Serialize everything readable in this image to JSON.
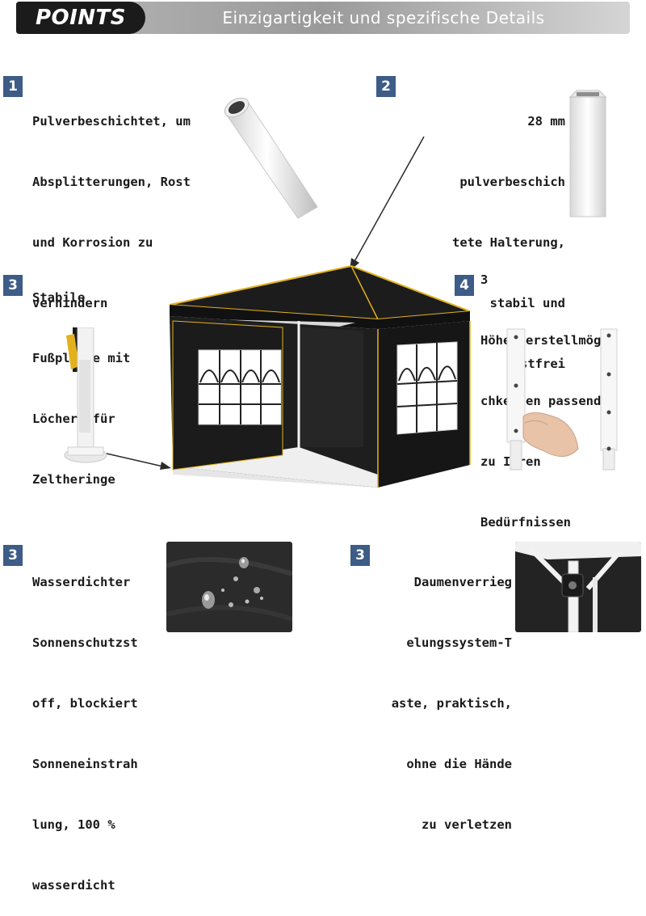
{
  "header": {
    "badge": "POINTS",
    "subtitle": "Einzigartigkeit und spezifische Details"
  },
  "features": [
    {
      "number": "1",
      "lines": [
        "Pulverbeschichtet, um",
        "Absplitterungen, Rost",
        "und Korrosion zu",
        "verhindern"
      ],
      "image_icon": "powder-coated-tube"
    },
    {
      "number": "2",
      "lines": [
        "28 mm",
        "pulverbeschich",
        "tete Halterung,",
        "stabil und",
        "rostfrei"
      ],
      "image_icon": "square-tube"
    },
    {
      "number": "3",
      "lines": [
        "Stabile",
        "Fußplatte mit",
        "Löchern für",
        "Zeltheringe"
      ],
      "image_icon": "foot-plate"
    },
    {
      "number": "4",
      "lines": [
        "3",
        "Höhenverstellmögli",
        "chkeiten passend",
        "zu Ihren",
        "Bedürfnissen"
      ],
      "image_icon": "telescopic-legs"
    },
    {
      "number": "3",
      "lines": [
        "Wasserdichter",
        "Sonnenschutzst",
        "off, blockiert",
        "Sonneneinstrah",
        "lung, 100 %",
        "wasserdicht"
      ],
      "image_icon": "water-droplets-fabric"
    },
    {
      "number": "3",
      "lines": [
        "Daumenverrieg",
        "elungssystem-T",
        "aste, praktisch,",
        "ohne die Hände",
        "zu verletzen"
      ],
      "image_icon": "thumb-lock"
    }
  ],
  "colors": {
    "badge_blue": "#3d5c86",
    "tent_black": "#1c1c1c",
    "trim_yellow": "#e3b11c",
    "header_dark": "#1b1b1b",
    "header_gray": "#a8a8a8"
  }
}
